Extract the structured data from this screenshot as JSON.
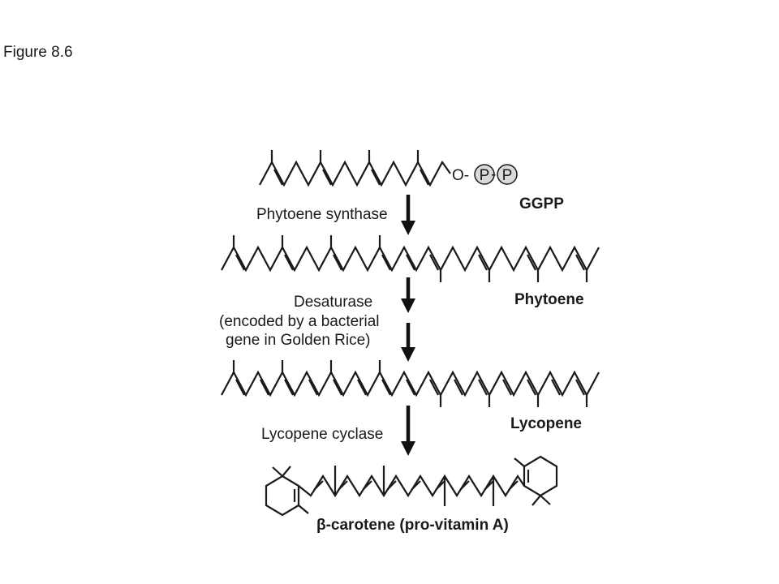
{
  "figure_label": "Figure 8.6",
  "molecules": {
    "ggpp": {
      "label": "GGPP",
      "o_group": "O-",
      "phosphate": "P",
      "link": "-"
    },
    "phytoene": {
      "label": "Phytoene"
    },
    "lycopene": {
      "label": "Lycopene"
    },
    "beta_carotene": {
      "label": "β-carotene (pro-vitamin A)"
    }
  },
  "enzymes": {
    "phytoene_synthase": "Phytoene synthase",
    "desaturase": "Desaturase",
    "desaturase_note_line1": "(encoded by a bacterial",
    "desaturase_note_line2": "gene in Golden Rice)",
    "lycopene_cyclase": "Lycopene cyclase"
  },
  "colors": {
    "ink": "#1a1a1a",
    "phosphate_fill": "#d9d9d9"
  }
}
